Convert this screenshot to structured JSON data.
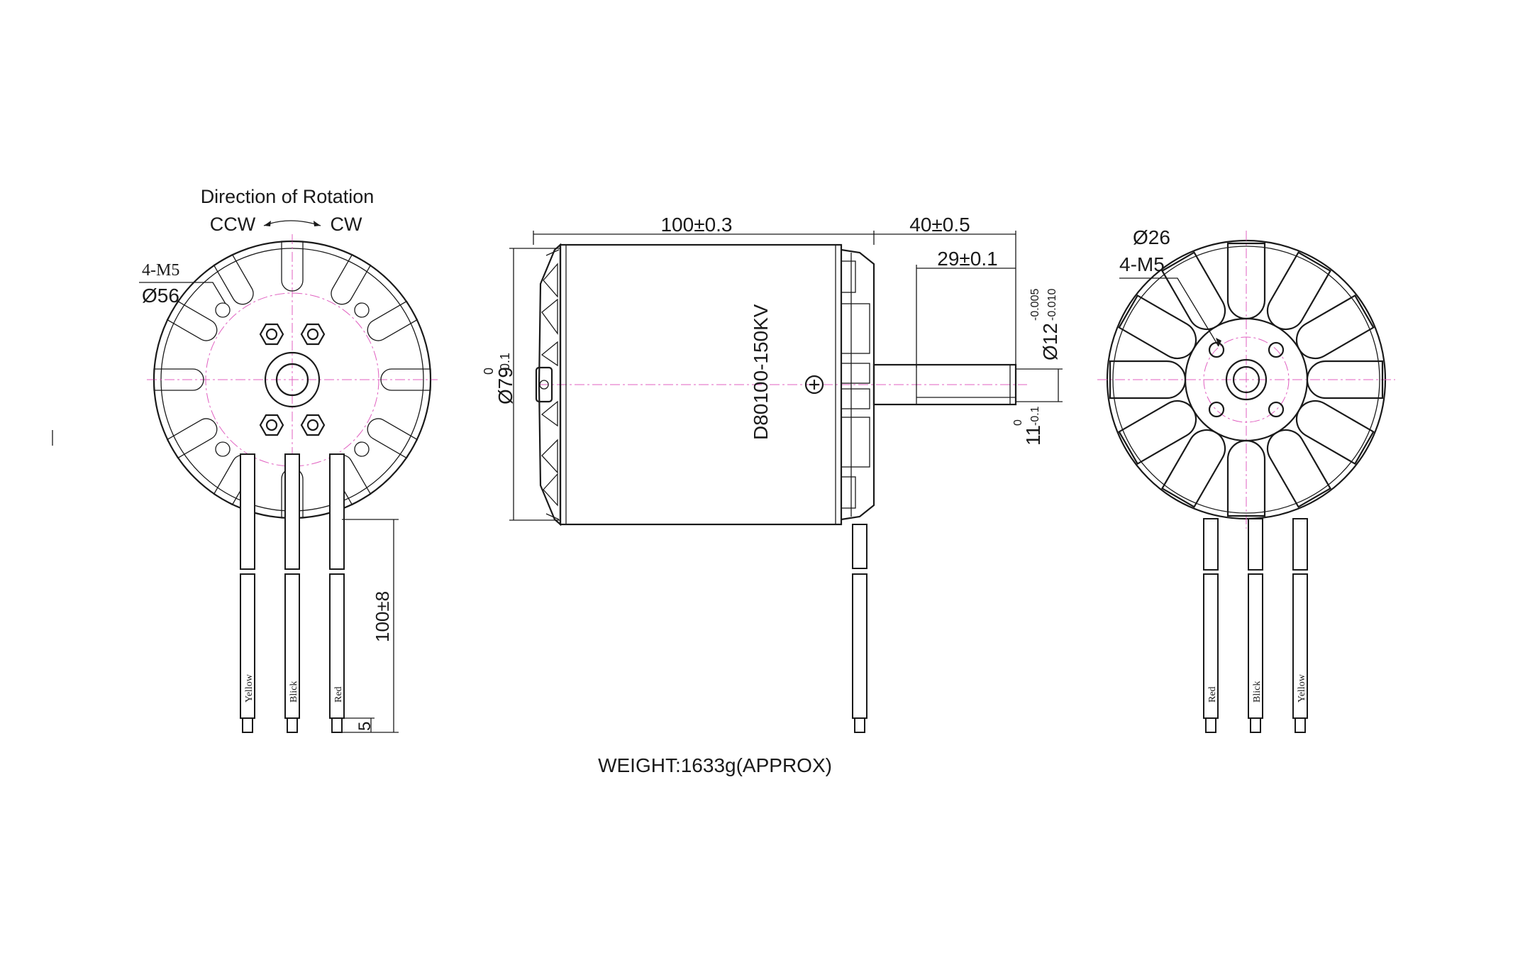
{
  "left_view": {
    "rotation_title": "Direction of Rotation",
    "ccw": "CCW",
    "cw": "CW",
    "mount_thread": "4-M5",
    "mount_dia": "Ø56",
    "lead_length": "100±8",
    "lead_tip": "5",
    "wires": [
      "Yellow",
      "Blick",
      "Red"
    ]
  },
  "side_view": {
    "length": "100±0.3",
    "shaft_total": "40±0.5",
    "shaft_len": "29±0.1",
    "diameter_main": "Ø79",
    "diameter_upper": "0",
    "diameter_lower": "-0.1",
    "shaft_dia_main": "Ø12",
    "shaft_dia_upper": "-0.005",
    "shaft_dia_lower": "-0.010",
    "flat_main": "11",
    "flat_upper": "0",
    "flat_lower": "-0.1",
    "model": "D80100-150KV",
    "weight": "WEIGHT:1633g(APPROX)"
  },
  "right_view": {
    "hub_dia": "Ø26",
    "mount_thread": "4-M5",
    "wires": [
      "Red",
      "Blick",
      "Yellow"
    ]
  }
}
